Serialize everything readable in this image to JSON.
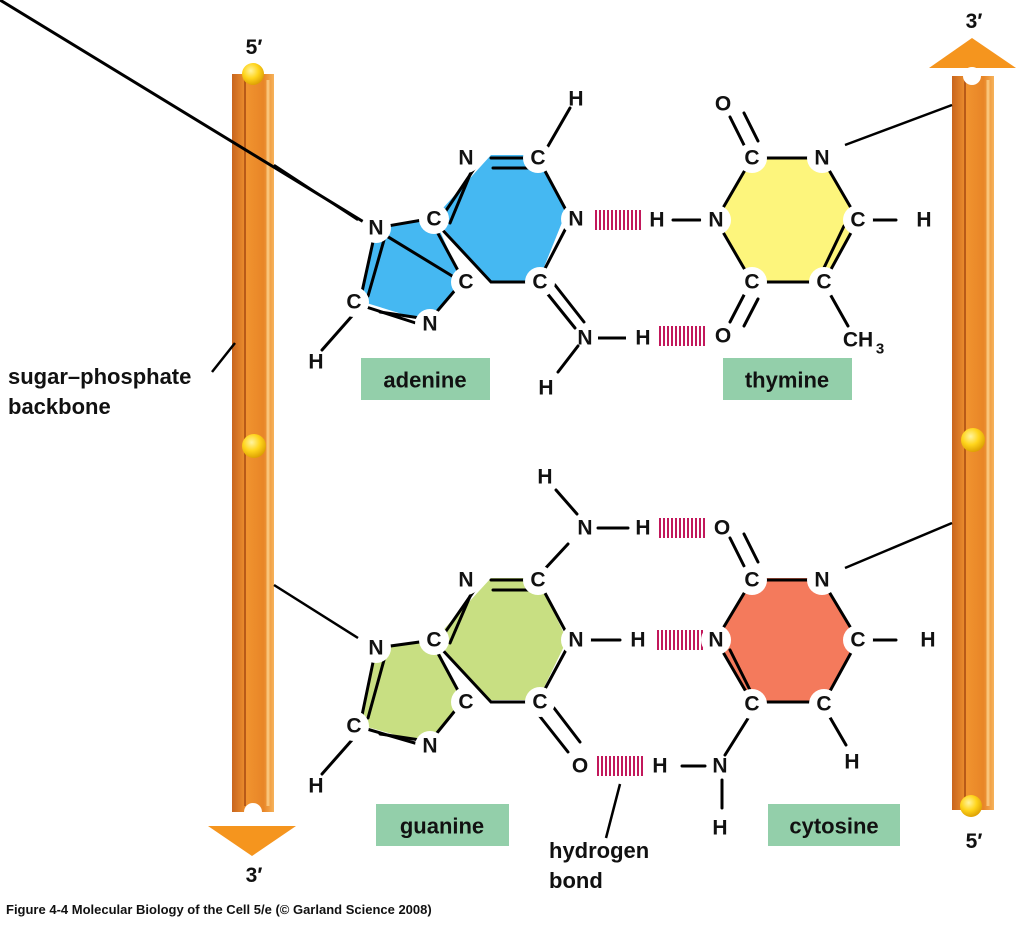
{
  "strands": {
    "left": {
      "top_end": "5′",
      "bottom_end": "3′"
    },
    "right": {
      "top_end": "3′",
      "bottom_end": "5′"
    }
  },
  "labels": {
    "backbone_line1": "sugar–phosphate",
    "backbone_line2": "backbone",
    "hbond_line1": "hydrogen",
    "hbond_line2": "bond"
  },
  "bases": {
    "adenine": {
      "name": "adenine",
      "color": "#45b8f2"
    },
    "thymine": {
      "name": "thymine",
      "color": "#fdf57c"
    },
    "guanine": {
      "name": "guanine",
      "color": "#c8df82"
    },
    "cytosine": {
      "name": "cytosine",
      "color": "#f47a5c"
    }
  },
  "atoms": {
    "A": {
      "N1": "N",
      "C2": "C",
      "N3": "N",
      "C4": "C",
      "C5": "C",
      "C6": "C",
      "N7": "N",
      "C8": "C",
      "N9": "N",
      "H2": "H",
      "H8": "H",
      "N6": "N",
      "H6a": "H",
      "H6b": "H"
    },
    "T": {
      "N1": "N",
      "C2": "C",
      "O2": "O",
      "N3": "N",
      "H3": "H",
      "C4": "C",
      "O4": "O",
      "C5": "C",
      "CH3": "CH",
      "CH3_sub": "3",
      "C6": "C",
      "H6": "H"
    },
    "G": {
      "N1": "N",
      "H1": "H",
      "C2": "C",
      "N2": "N",
      "H2a": "H",
      "H2b": "H",
      "N3": "N",
      "C4": "C",
      "C5": "C",
      "C6": "C",
      "O6": "O",
      "N7": "N",
      "C8": "C",
      "H8": "H",
      "N9": "N"
    },
    "Cy": {
      "N1": "N",
      "C2": "C",
      "O2": "O",
      "N3": "N",
      "C4": "C",
      "N4": "N",
      "H4a": "H",
      "H4b": "H",
      "C5": "C",
      "H5": "H",
      "C6": "C",
      "H6": "H"
    }
  },
  "caption": "Figure 4-4  Molecular Biology of the Cell 5/e (© Garland Science 2008)"
}
